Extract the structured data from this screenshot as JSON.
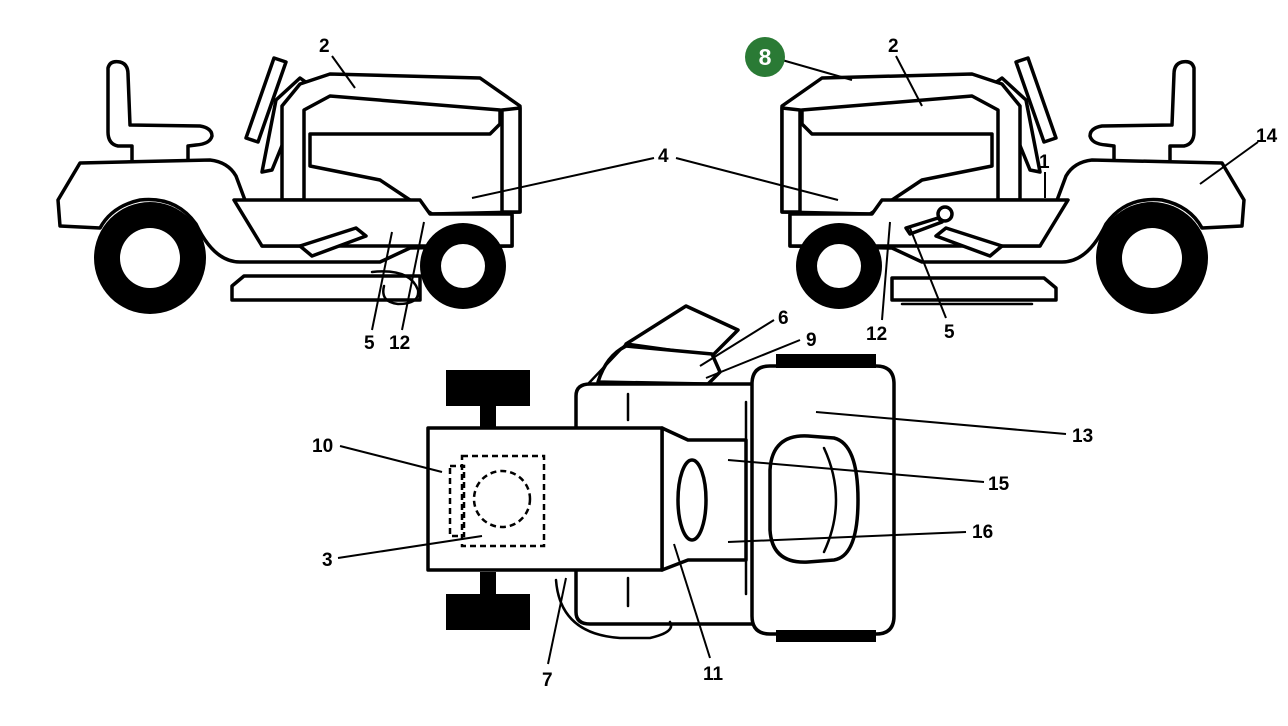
{
  "callouts": {
    "c1": "1",
    "c2_left": "2",
    "c2_right": "2",
    "c3": "3",
    "c4": "4",
    "c5_left": "5",
    "c5_right": "5",
    "c6": "6",
    "c7": "7",
    "c8": "8",
    "c9": "9",
    "c10": "10",
    "c11": "11",
    "c12_left": "12",
    "c12_right": "12",
    "c13": "13",
    "c14": "14",
    "c15": "15",
    "c16": "16"
  },
  "highlight": {
    "callout": "8",
    "color": "#2a7a35"
  },
  "colors": {
    "line": "#000000",
    "background": "#ffffff"
  }
}
